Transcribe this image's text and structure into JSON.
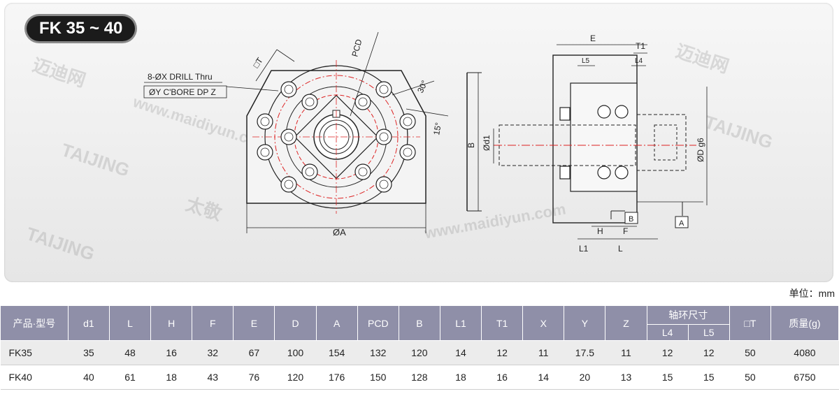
{
  "title": "FK 35 ~ 40",
  "unit_note": "单位：mm",
  "watermarks": [
    "迈迪网",
    "www.maidiyun.com",
    "TAIJING",
    "太敬"
  ],
  "drawing_labels": {
    "drill_line1": "8-ØX DRILL Thru",
    "drill_line2": "ØY C'BORE DP Z",
    "square": "□T",
    "pcd": "PCD",
    "angle30": "30°",
    "angle15": "15°",
    "diaA": "ØA",
    "E": "E",
    "T1": "T1",
    "L5": "L5",
    "L4": "L4",
    "B": "B",
    "d1": "Ød1",
    "D": "ØD g6",
    "H": "H",
    "F": "F",
    "L1": "L1",
    "L": "L",
    "datumA": "A",
    "datumB": "B"
  },
  "table": {
    "headers": [
      "产品·型号",
      "d1",
      "L",
      "H",
      "F",
      "E",
      "D",
      "A",
      "PCD",
      "B",
      "L1",
      "T1",
      "X",
      "Y",
      "Z"
    ],
    "group_header": "轴环尺寸",
    "sub_headers": [
      "L4",
      "L5"
    ],
    "tail_headers": [
      "□T",
      "质量(g)"
    ],
    "rows": [
      [
        "FK35",
        "35",
        "48",
        "16",
        "32",
        "67",
        "100",
        "154",
        "132",
        "120",
        "14",
        "12",
        "11",
        "17.5",
        "11",
        "12",
        "12",
        "50",
        "4080"
      ],
      [
        "FK40",
        "40",
        "61",
        "18",
        "43",
        "76",
        "120",
        "176",
        "150",
        "128",
        "18",
        "16",
        "14",
        "20",
        "13",
        "15",
        "15",
        "50",
        "6750"
      ]
    ]
  }
}
